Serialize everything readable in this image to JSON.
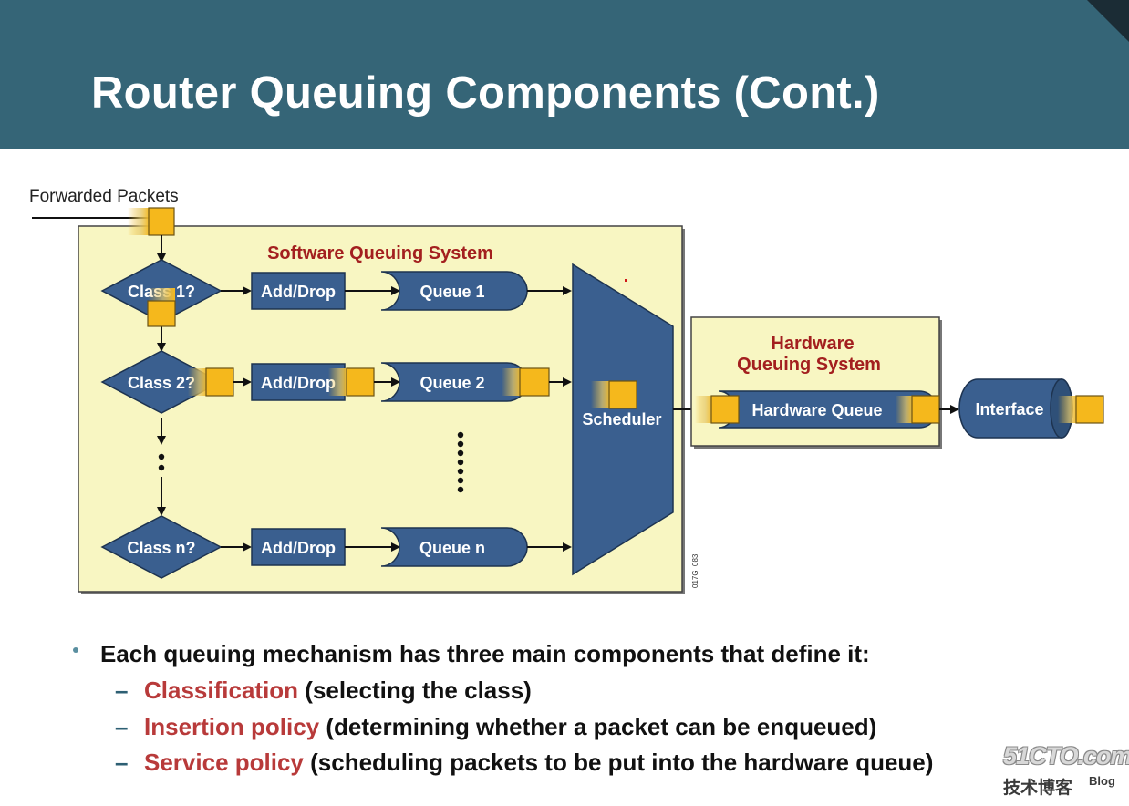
{
  "slide": {
    "title": "Router Queuing Components (Cont.)"
  },
  "diagram": {
    "input_label": "Forwarded Packets",
    "software_system_label": "Software Queuing System",
    "hardware_system_label_line1": "Hardware",
    "hardware_system_label_line2": "Queuing System",
    "classes": [
      {
        "label": "Class 1?",
        "action": "Add/Drop",
        "queue": "Queue 1"
      },
      {
        "label": "Class 2?",
        "action": "Add/Drop",
        "queue": "Queue 2"
      },
      {
        "label": "Class n?",
        "action": "Add/Drop",
        "queue": "Queue n"
      }
    ],
    "scheduler_label": "Scheduler",
    "hardware_queue_label": "Hardware Queue",
    "interface_label": "Interface",
    "figure_code": "017G_083",
    "colors": {
      "header": "#356577",
      "system_box": "#f8f6c2",
      "component": "#3a5f8f",
      "packet": "#f5b81c",
      "label_red": "#a31f1f"
    }
  },
  "bullets": {
    "main": "Each queuing mechanism has three main components that define it:",
    "dash": "–",
    "items": [
      {
        "term": "Classification",
        "desc": "(selecting the class)"
      },
      {
        "term": "Insertion policy",
        "desc": "(determining whether a packet can be enqueued)"
      },
      {
        "term": "Service policy",
        "desc": "(scheduling packets to be put into the hardware queue)"
      }
    ]
  },
  "watermark": {
    "site": "51CTO.com",
    "sub": "技术博客",
    "blog": "Blog"
  }
}
